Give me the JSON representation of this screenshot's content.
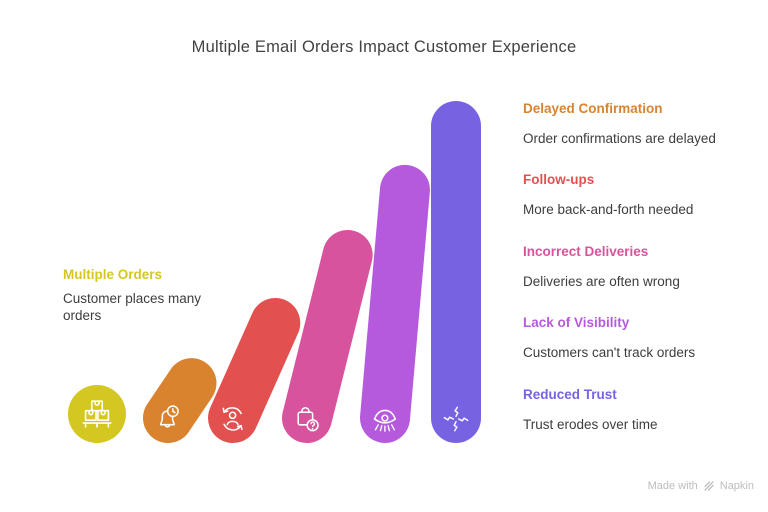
{
  "title": "Multiple Email Orders Impact Customer Experience",
  "source": {
    "label": "Multiple Orders",
    "description": "Customer places many orders",
    "color": "#d5c722",
    "icon": "boxes-pallet-icon"
  },
  "stages": [
    {
      "label": "Delayed Confirmation",
      "description": "Order confirmations are delayed",
      "color": "#d9832f",
      "icon": "bell-clock-icon"
    },
    {
      "label": "Follow-ups",
      "description": "More back-and-forth needed",
      "color": "#e25050",
      "icon": "person-refresh-icon"
    },
    {
      "label": "Incorrect Deliveries",
      "description": "Deliveries are often wrong",
      "color": "#d8539e",
      "icon": "bag-question-icon"
    },
    {
      "label": "Lack of Visibility",
      "description": "Customers can't track orders",
      "color": "#b65add",
      "icon": "eye-rays-icon"
    },
    {
      "label": "Reduced Trust",
      "description": "Trust erodes over time",
      "color": "#7763e2",
      "icon": "broken-trust-icon"
    }
  ],
  "footer": {
    "made_with": "Made with",
    "brand": "Napkin"
  }
}
